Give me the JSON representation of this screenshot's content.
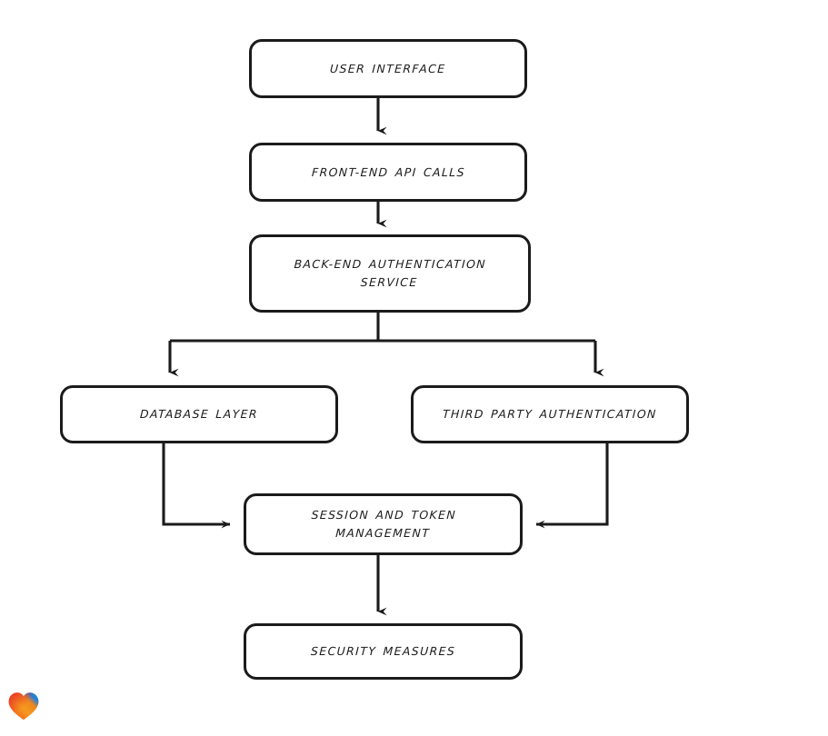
{
  "diagram": {
    "type": "flowchart",
    "orientation": "top-to-bottom",
    "style": "hand-drawn rounded rectangles with black arrows on white background",
    "colors": {
      "stroke": "#1b1b1b",
      "fill": "#ffffff",
      "text": "#1c1c1c",
      "background": "#ffffff"
    },
    "nodes": [
      {
        "id": "user-interface",
        "label": "USER INTERFACE"
      },
      {
        "id": "frontend-api-calls",
        "label": "FRONT-END API CALLS"
      },
      {
        "id": "backend-auth",
        "label": "BACK-END AUTHENTICATION\nSERVICE"
      },
      {
        "id": "database-layer",
        "label": "DATABASE LAYER"
      },
      {
        "id": "third-party-auth",
        "label": "THIRD PARTY AUTHENTICATION"
      },
      {
        "id": "session-token",
        "label": "SESSION AND TOKEN\nMANAGEMENT"
      },
      {
        "id": "security-measures",
        "label": "SECURITY MEASURES"
      }
    ],
    "edges": [
      {
        "from": "user-interface",
        "to": "frontend-api-calls",
        "label": ""
      },
      {
        "from": "frontend-api-calls",
        "to": "backend-auth",
        "label": ""
      },
      {
        "from": "backend-auth",
        "to": "database-layer",
        "label": ""
      },
      {
        "from": "backend-auth",
        "to": "third-party-auth",
        "label": ""
      },
      {
        "from": "database-layer",
        "to": "session-token",
        "label": ""
      },
      {
        "from": "third-party-auth",
        "to": "session-token",
        "label": ""
      },
      {
        "from": "session-token",
        "to": "security-measures",
        "label": ""
      }
    ]
  },
  "logo": {
    "name": "heart-logo",
    "gradient_from": "#e8262a",
    "gradient_mid": "#f59a1e",
    "gradient_to": "#1d7fe0",
    "gradient_accent": "#17b3a3"
  }
}
